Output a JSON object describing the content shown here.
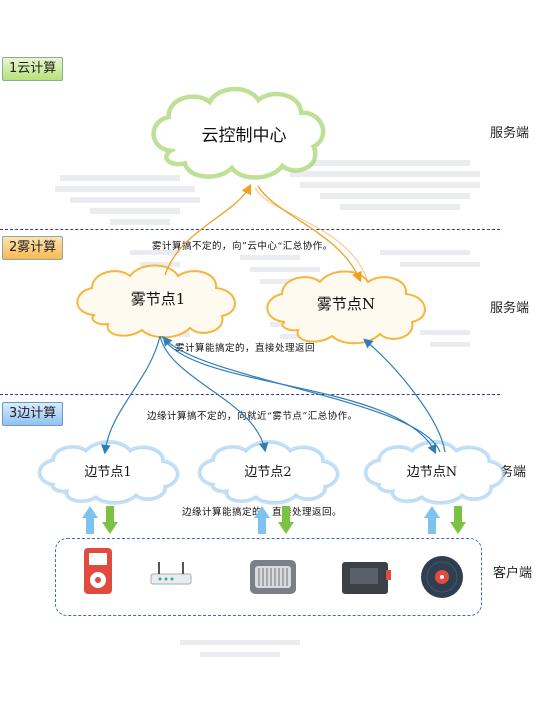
{
  "layers": {
    "cloud_tag": "1云计算",
    "fog_tag": "2雾计算",
    "edge_tag": "3边计算"
  },
  "nodes": {
    "cloud_center": "云控制中心",
    "fog_1": "雾节点1",
    "fog_n": "雾节点N",
    "edge_1": "边节点1",
    "edge_2": "边节点2",
    "edge_n": "边节点N"
  },
  "side_labels": {
    "cloud_side": "服务端",
    "fog_side": "服务端",
    "edge_side": "务端",
    "client_side": "客户端"
  },
  "notes": {
    "fog_to_cloud": "雾计算搞不定的，向”云中心“汇总协作。",
    "fog_local": "雾计算能搞定的，直接处理返回",
    "edge_to_fog": "边缘计算搞不定的，向就近“雾节点”汇总协作。",
    "edge_local": "边缘计算能搞定的，直接处理返回。"
  },
  "devices": [
    {
      "icon": "ipod-icon"
    },
    {
      "icon": "router-icon"
    },
    {
      "icon": "radio-icon"
    },
    {
      "icon": "tablet-icon"
    },
    {
      "icon": "vinyl-record-icon"
    }
  ],
  "colors": {
    "cloud_outline": "#f0a020",
    "cloud_glow": "#9ed34a",
    "edge_glow": "#7fb6ea",
    "arrow_orange": "#f0a020",
    "arrow_blue": "#2f7fb5",
    "up_arrow": "#7ec3f0",
    "down_arrow": "#7cc242",
    "divider": "#2a3f9a"
  }
}
